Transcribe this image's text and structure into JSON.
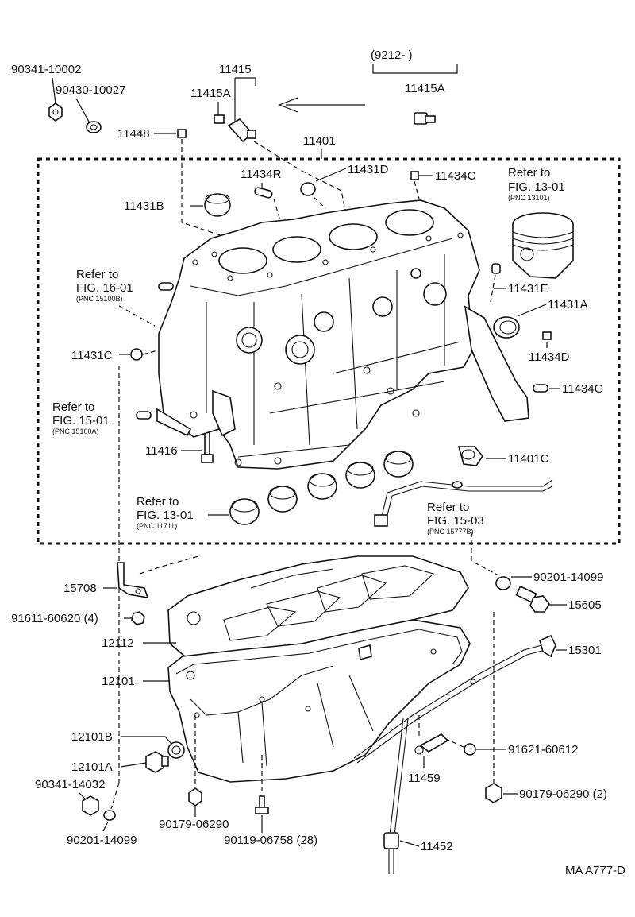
{
  "header": {
    "variant_range": "(9212-        )",
    "variant_part": "11415A"
  },
  "labels": {
    "p90341_10002": "90341-10002",
    "p90430_10027": "90430-10027",
    "p11448": "11448",
    "p11415": "11415",
    "p11415A": "11415A",
    "p11401": "11401",
    "p11434R": "11434R",
    "p11431D": "11431D",
    "p11434C": "11434C",
    "p11431B": "11431B",
    "p11431E": "11431E",
    "p11431A": "11431A",
    "p11431C": "11431C",
    "p11434D": "11434D",
    "p11434G": "11434G",
    "p11416": "11416",
    "p11401C": "11401C",
    "p15708": "15708",
    "p90201_14099_top": "90201-14099",
    "p15605": "15605",
    "p91611_60620": "91611-60620 (4)",
    "p12112": "12112",
    "p15301": "15301",
    "p12101": "12101",
    "p12101B": "12101B",
    "p91621_60612": "91621-60612",
    "p12101A": "12101A",
    "p11459": "11459",
    "p90341_14032": "90341-14032",
    "p90179_06290_2": "90179-06290 (2)",
    "p90179_06290": "90179-06290",
    "p90201_14099_bot": "90201-14099",
    "p90119_06758": "90119-06758 (28)",
    "p11452": "11452"
  },
  "references": {
    "fig13_01_piston": {
      "line1": "Refer to",
      "line2": "FIG. 13-01",
      "pnc": "(PNC 13101)"
    },
    "fig16_01": {
      "line1": "Refer to",
      "line2": "FIG. 16-01",
      "pnc": "(PNC 15100B)"
    },
    "fig15_01": {
      "line1": "Refer to",
      "line2": "FIG. 15-01",
      "pnc": "(PNC 15100A)"
    },
    "fig13_01_bearing": {
      "line1": "Refer to",
      "line2": "FIG. 13-01",
      "pnc": "(PNC 11711)"
    },
    "fig15_03": {
      "line1": "Refer to",
      "line2": "FIG. 15-03",
      "pnc": "(PNC 15777B)"
    }
  },
  "footer": {
    "code": "MA A777-D"
  }
}
